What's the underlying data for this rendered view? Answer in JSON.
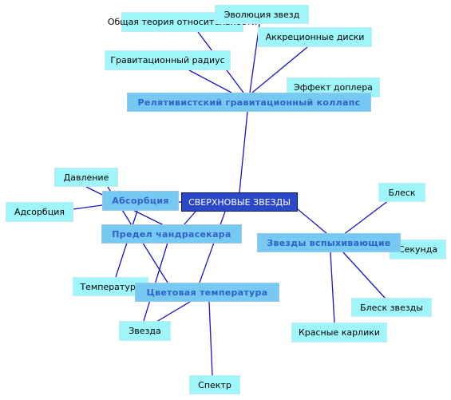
{
  "center": {
    "label": "СВЕРХНОВЫЕ ЗВЕЗДЫ"
  },
  "topics": {
    "collapse": "Релятивистский гравитационный коллапс",
    "absorption": "Абсорбция",
    "chandrasekhar": "Предел чандрасекара",
    "color_temp": "Цветовая температура",
    "flare_stars": "Звезды вспыхивающие"
  },
  "leaves": {
    "evolution": "Эволюция звезд",
    "general_relativity": "Общая теория относительности",
    "accretion": "Аккреционные диски",
    "grav_radius": "Гравитационный радиус",
    "doppler": "Эффект доплера",
    "pressure": "Давление",
    "adsorption": "Адсорбция",
    "temperature": "Температура",
    "star": "Звезда",
    "spectrum": "Спектр",
    "shine": "Блеск",
    "second": "Секунда",
    "star_shine": "Блеск звезды",
    "red_dwarfs": "Красные карлики"
  },
  "colors": {
    "edge": "#1616c8",
    "leaf_fill": "#9ef6fb",
    "topic_fill": "#76c9f2",
    "topic_text": "#3060c8",
    "center_fill": "#2a48c7"
  }
}
